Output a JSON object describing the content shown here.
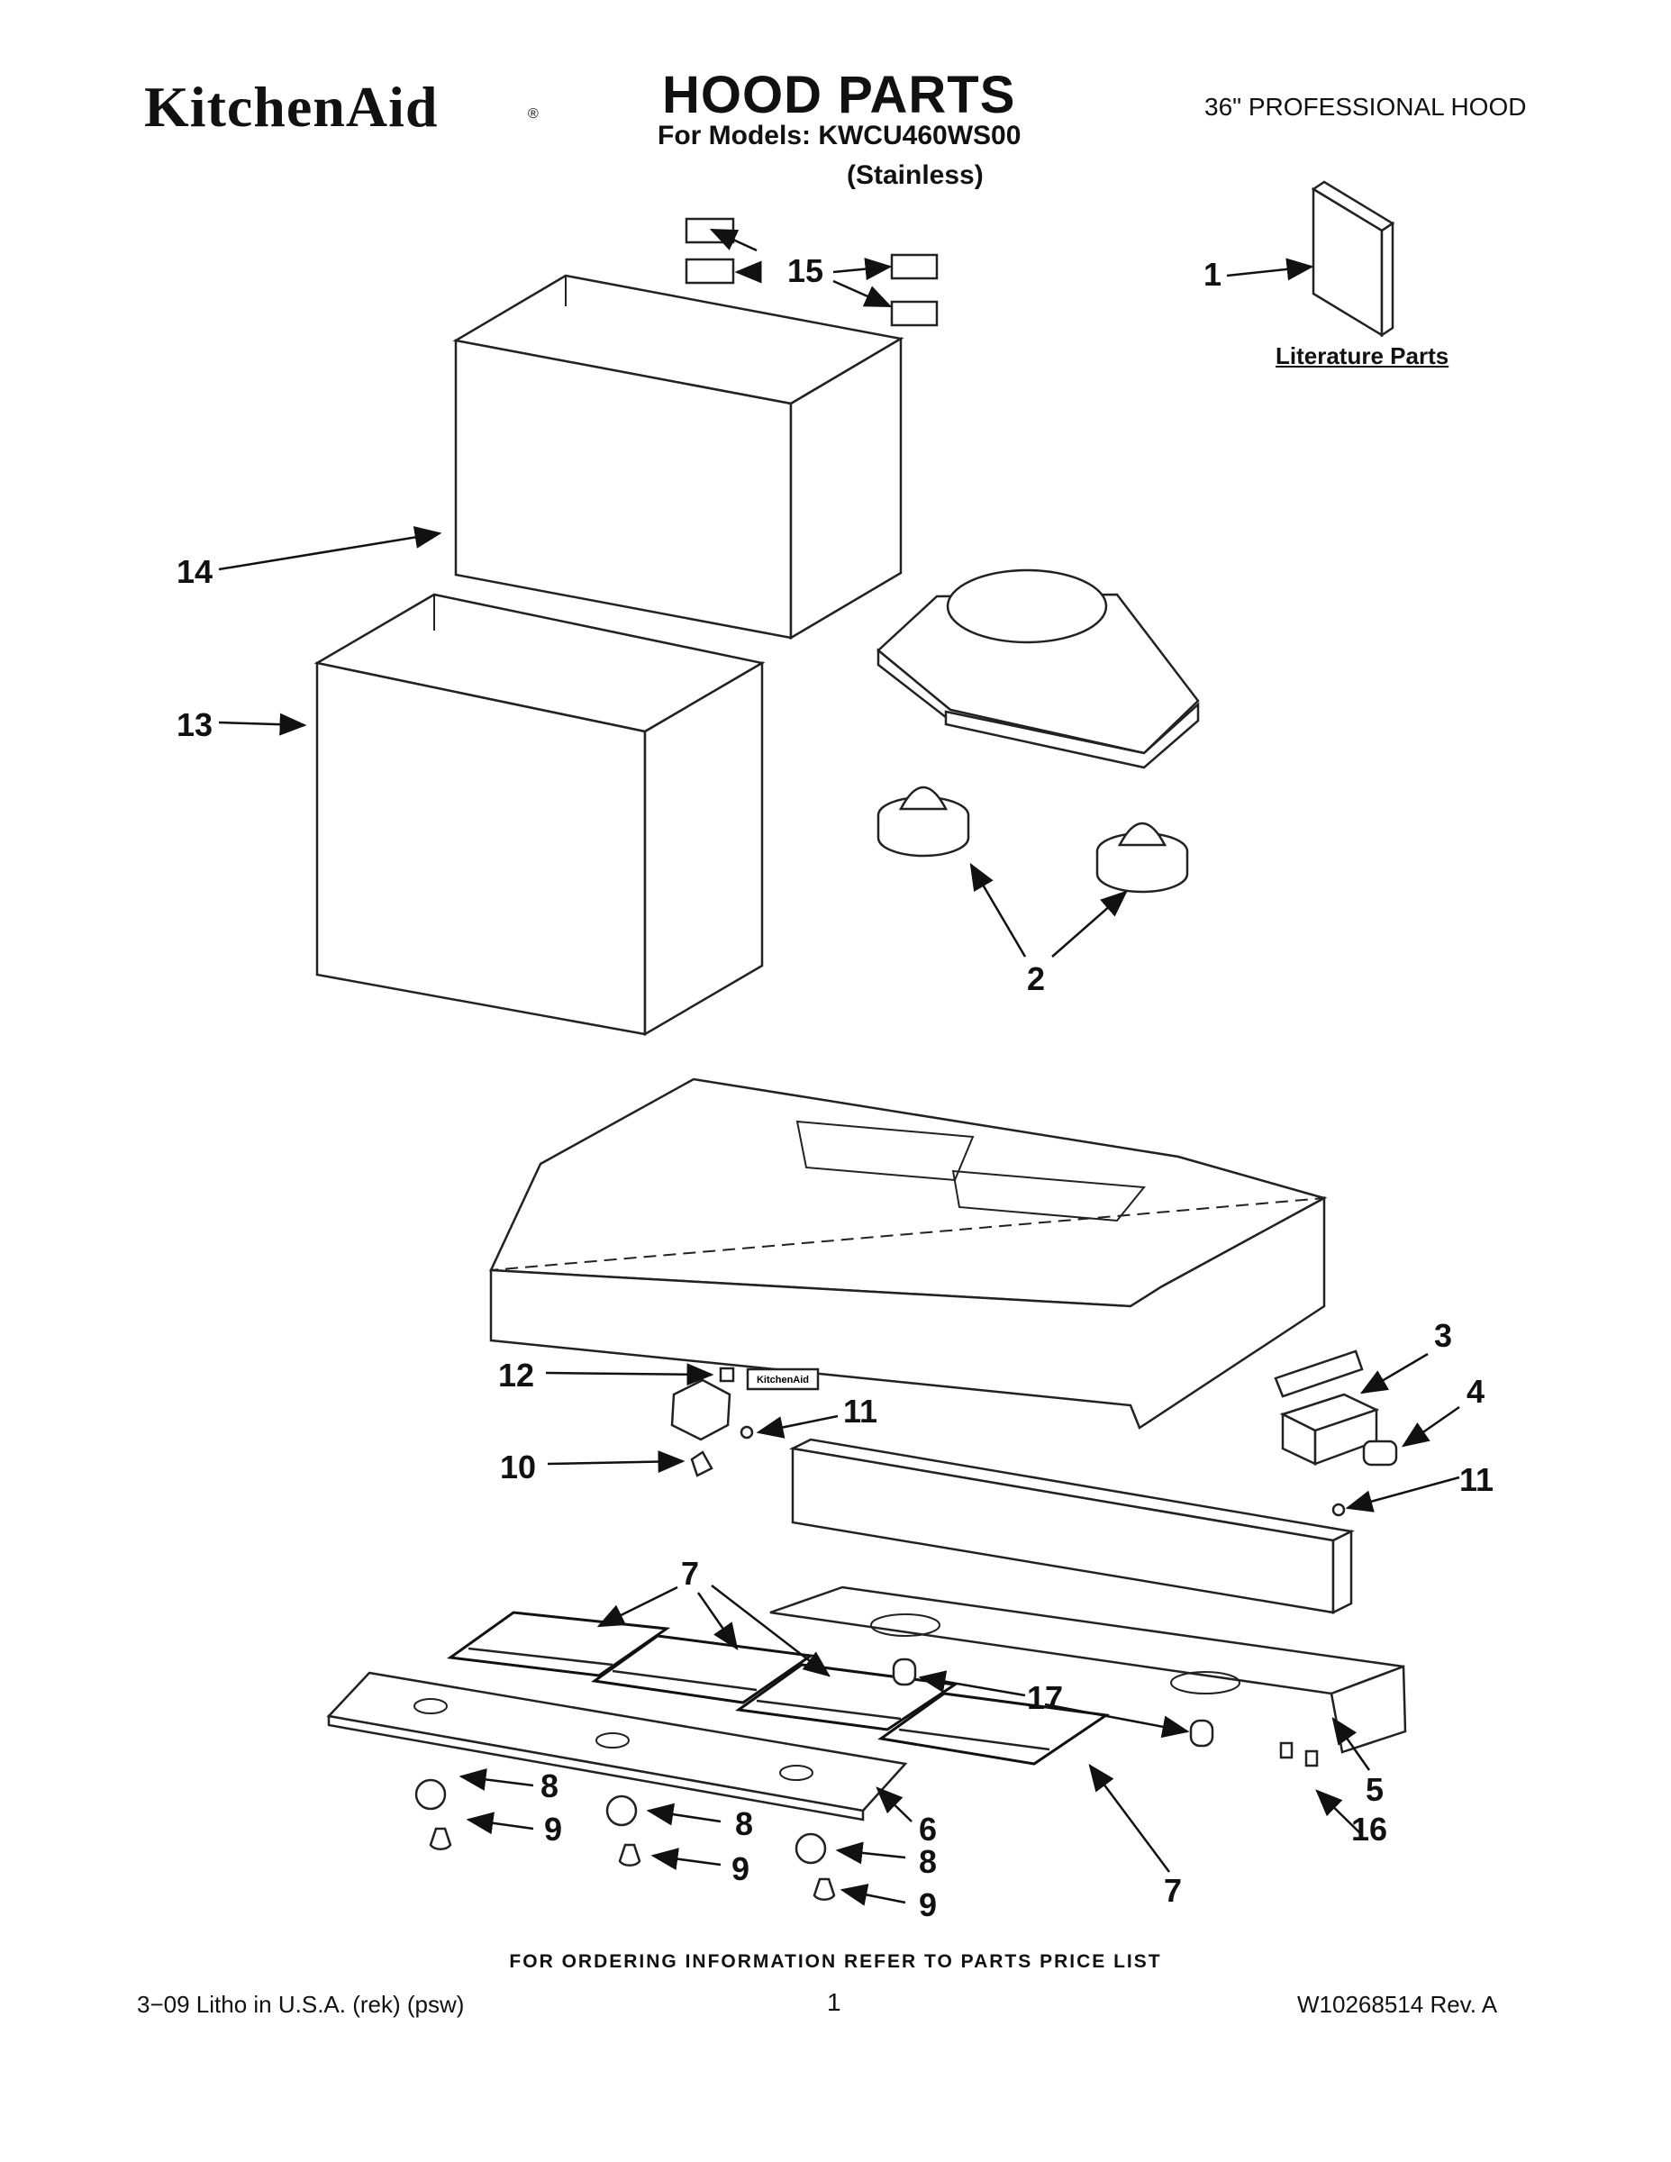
{
  "header": {
    "brand": "KitchenAid",
    "brand_mark": "®",
    "title": "HOOD PARTS",
    "models": "For Models: KWCU460WS00",
    "finish": "(Stainless)",
    "subtitle": "36\" PROFESSIONAL HOOD"
  },
  "diagram": {
    "literature_label": "Literature Parts",
    "nameplate_text": "KitchenAid",
    "callouts": [
      "1",
      "2",
      "3",
      "4",
      "5",
      "6",
      "7",
      "7",
      "7",
      "8",
      "8",
      "8",
      "9",
      "9",
      "9",
      "10",
      "11",
      "11",
      "12",
      "13",
      "14",
      "15",
      "16",
      "17"
    ]
  },
  "footer": {
    "ordering_note": "FOR ORDERING INFORMATION REFER TO PARTS PRICE LIST",
    "litho": "3−09 Litho in U.S.A. (rek) (psw)",
    "page_number": "1",
    "doc_number": "W10268514 Rev. A"
  }
}
